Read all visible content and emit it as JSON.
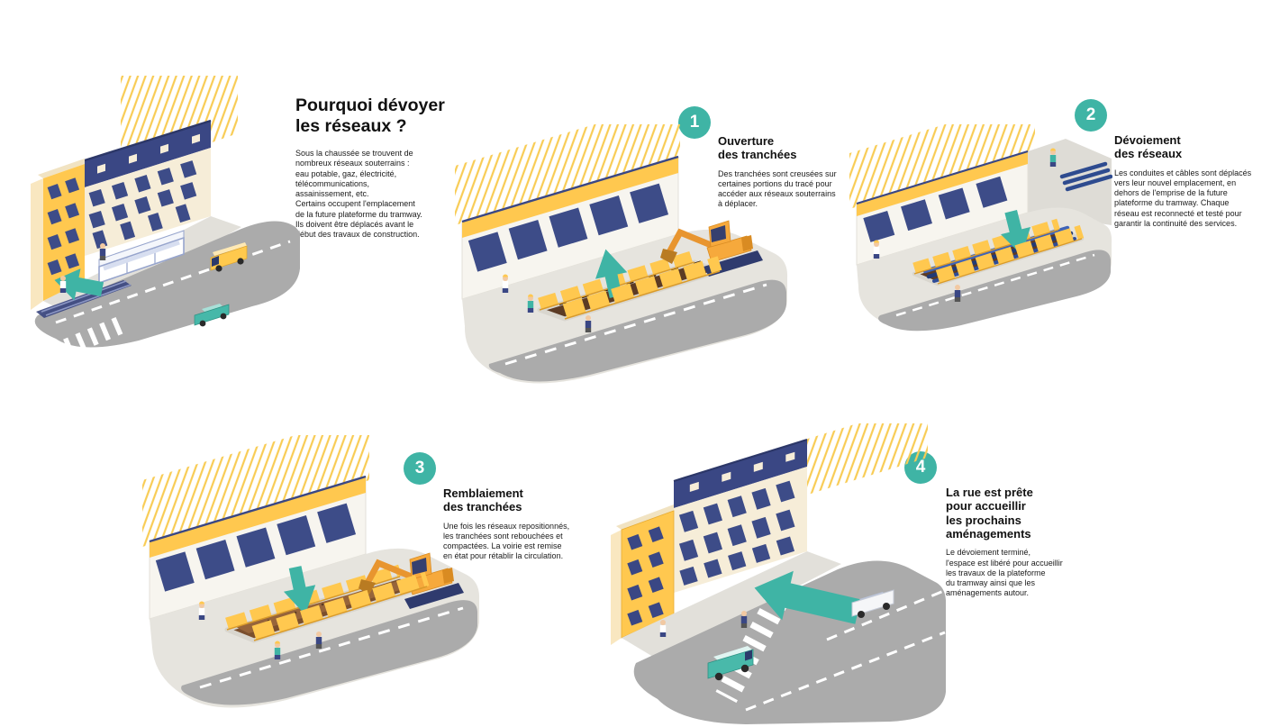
{
  "document": {
    "language": "fr",
    "background": "#FFFFFF"
  },
  "intro": {
    "title": "Pourquoi dévoyer\nles réseaux ?",
    "body": "Sous la chaussée se trouvent de\nnombreux réseaux souterrains :\neau potable, gaz, électricité,\ntélécommunications,\nassainissement, etc.\nCertains occupent l'emplacement\nde la future plateforme du tramway.\nIls doivent être déplacés avant le\ndébut des travaux de construction."
  },
  "steps": [
    {
      "number": "1",
      "title": "Ouverture\ndes tranchées",
      "body": "Des tranchées sont creusées sur\ncertaines portions du tracé pour\naccéder aux réseaux souterrains\nà déplacer.",
      "illustration": "trench-opening-with-excavator",
      "arrow_icon": "arrow-up"
    },
    {
      "number": "2",
      "title": "Dévoiement\ndes réseaux",
      "body": "Les conduites et câbles sont déplacés\nvers leur nouvel emplacement, en\ndehors de l'emprise de la future\nplateforme du tramway. Chaque\nréseau est reconnecté et testé pour\ngarantir la continuité des services.",
      "illustration": "pipes-relocated-in-trench",
      "arrow_icon": "arrow-down"
    },
    {
      "number": "3",
      "title": "Remblaiement\ndes tranchées",
      "body": "Une fois les réseaux repositionnés,\nles tranchées sont rebouchées et\ncompactées. La voirie est remise\nen état pour rétablir la circulation.",
      "illustration": "trench-backfilling-with-excavator",
      "arrow_icon": "arrow-down"
    },
    {
      "number": "4",
      "title": "La rue est prête\npour accueillir\nles prochains\naménagements",
      "body": "Le dévoiement terminé,\nl'espace est libéré pour accueillir\nles travaux de la plateforme\ndu tramway ainsi que les\naménagements autour.",
      "illustration": "street-ready-for-tramway",
      "arrow_icon": "arrow-left"
    }
  ],
  "intro_illustration": {
    "name": "street-with-tramway-and-underground-networks",
    "arrow_icon": "arrow-left"
  },
  "colors": {
    "accent_teal": "#3FB4A5",
    "construction_yellow": "#FFC84F",
    "navy_blue": "#3A4784",
    "road_gray": "#ABABAB",
    "sidewalk_gray": "#E6E4DE",
    "trench_brown": "#5C3B24",
    "pipe_blue": "#2F4C97",
    "text_black": "#1A1A1A",
    "background": "#FFFFFF"
  }
}
